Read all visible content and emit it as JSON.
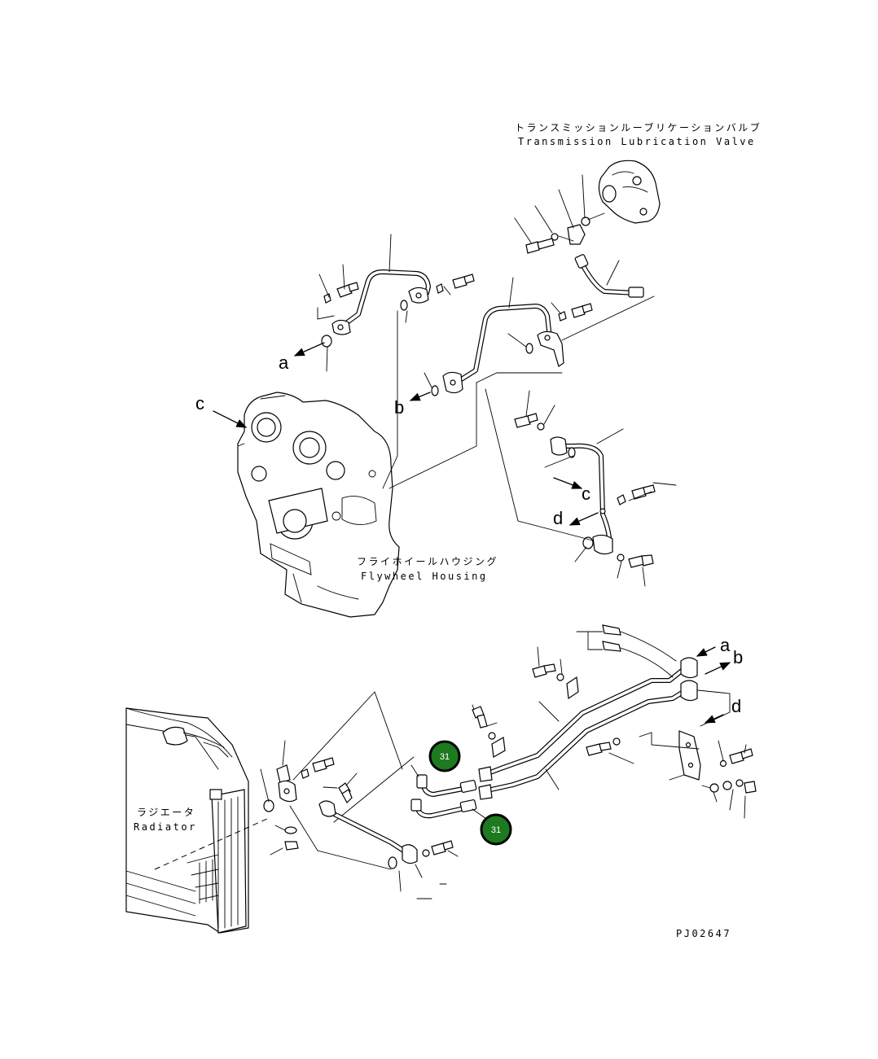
{
  "labels": {
    "transmission_valve_jp": "トランスミッションルーブリケーションバルブ",
    "transmission_valve_en": "Transmission Lubrication Valve",
    "flywheel_housing_jp": "フライホイールハウジング",
    "flywheel_housing_en": "Flywheel Housing",
    "radiator_jp": "ラジエータ",
    "radiator_en": "Radiator",
    "drawing_code": "PJ02647"
  },
  "reference_letters": {
    "a_upper": "a",
    "b_upper": "b",
    "c_upper": "c",
    "c_mid": "c",
    "d_mid": "d",
    "a_lower": "a",
    "b_lower": "b",
    "d_lower": "d"
  },
  "callouts": [
    {
      "label": "31"
    },
    {
      "label": "31"
    }
  ],
  "colors": {
    "callout_fill": "#1e7a1e",
    "callout_text": "#ffffff",
    "line": "#000000"
  }
}
